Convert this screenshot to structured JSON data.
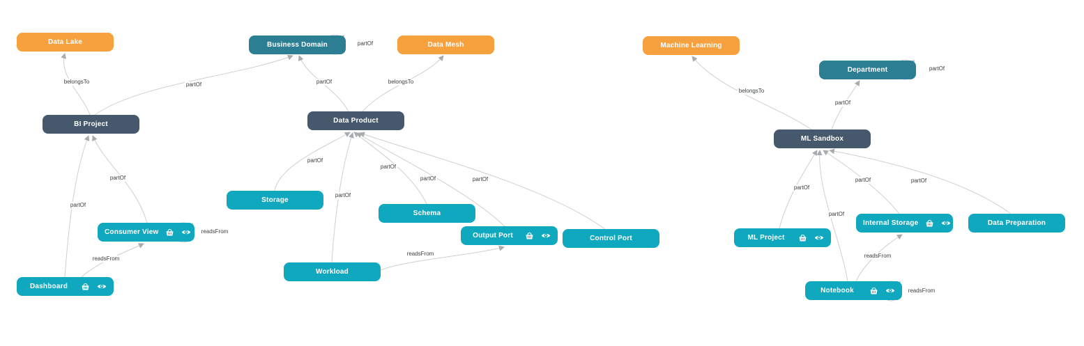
{
  "diagram": {
    "type": "entity-relationship-graph",
    "relation_labels": [
      "partOf",
      "belongsTo",
      "readsFrom"
    ]
  },
  "colors": {
    "orange": "#F7A13E",
    "teal": "#2C7F93",
    "slate": "#46586B",
    "cyan": "#10A8BE",
    "edge_line": "#CDD0CF",
    "edge_arrow": "#A8ACAE",
    "edge_label_text": "#3C4043",
    "node_text": "#FFFFFF"
  },
  "nodes": [
    {
      "id": "data-lake",
      "label": "Data Lake",
      "color": "orange",
      "icons": [],
      "self_loop": null
    },
    {
      "id": "business-domain",
      "label": "Business Domain",
      "color": "teal",
      "icons": [],
      "self_loop": "partOf"
    },
    {
      "id": "data-mesh",
      "label": "Data Mesh",
      "color": "orange",
      "icons": [],
      "self_loop": null
    },
    {
      "id": "bi-project",
      "label": "BI Project",
      "color": "slate",
      "icons": [],
      "self_loop": null
    },
    {
      "id": "data-product",
      "label": "Data Product",
      "color": "slate",
      "icons": [],
      "self_loop": null
    },
    {
      "id": "storage",
      "label": "Storage",
      "color": "cyan",
      "icons": [],
      "self_loop": null
    },
    {
      "id": "schema",
      "label": "Schema",
      "color": "cyan",
      "icons": [],
      "self_loop": null
    },
    {
      "id": "consumer-view",
      "label": "Consumer View",
      "color": "cyan",
      "icons": [
        "basket-icon",
        "eye-icon"
      ],
      "self_loop": "readsFrom"
    },
    {
      "id": "output-port",
      "label": "Output Port",
      "color": "cyan",
      "icons": [
        "basket-icon",
        "eye-icon"
      ],
      "self_loop": null
    },
    {
      "id": "control-port",
      "label": "Control Port",
      "color": "cyan",
      "icons": [],
      "self_loop": null
    },
    {
      "id": "workload",
      "label": "Workload",
      "color": "cyan",
      "icons": [],
      "self_loop": null
    },
    {
      "id": "dashboard",
      "label": "Dashboard",
      "color": "cyan",
      "icons": [
        "basket-icon",
        "eye-icon"
      ],
      "self_loop": null
    },
    {
      "id": "machine-learning",
      "label": "Machine Learning",
      "color": "orange",
      "icons": [],
      "self_loop": null
    },
    {
      "id": "department",
      "label": "Department",
      "color": "teal",
      "icons": [],
      "self_loop": "partOf"
    },
    {
      "id": "ml-sandbox",
      "label": "ML Sandbox",
      "color": "slate",
      "icons": [],
      "self_loop": null
    },
    {
      "id": "ml-project",
      "label": "ML Project",
      "color": "cyan",
      "icons": [
        "basket-icon",
        "eye-icon"
      ],
      "self_loop": null
    },
    {
      "id": "internal-storage",
      "label": "Internal Storage",
      "color": "cyan",
      "icons": [
        "basket-icon",
        "eye-icon"
      ],
      "self_loop": null
    },
    {
      "id": "data-preparation",
      "label": "Data Preparation",
      "color": "cyan",
      "icons": [],
      "self_loop": null
    },
    {
      "id": "notebook",
      "label": "Notebook",
      "color": "cyan",
      "icons": [
        "basket-icon",
        "eye-icon"
      ],
      "self_loop": "readsFrom"
    }
  ],
  "edges": [
    {
      "from": "bi-project",
      "to": "data-lake",
      "label": "belongsTo",
      "self": false
    },
    {
      "from": "bi-project",
      "to": "business-domain",
      "label": "partOf",
      "self": false
    },
    {
      "from": "data-product",
      "to": "business-domain",
      "label": "partOf",
      "self": false
    },
    {
      "from": "data-product",
      "to": "data-mesh",
      "label": "belongsTo",
      "self": false
    },
    {
      "from": "consumer-view",
      "to": "bi-project",
      "label": "partOf",
      "self": false
    },
    {
      "from": "dashboard",
      "to": "bi-project",
      "label": "partOf",
      "self": false
    },
    {
      "from": "dashboard",
      "to": "consumer-view",
      "label": "readsFrom",
      "self": false
    },
    {
      "from": "storage",
      "to": "data-product",
      "label": "partOf",
      "self": false
    },
    {
      "from": "schema",
      "to": "data-product",
      "label": "partOf",
      "self": false
    },
    {
      "from": "output-port",
      "to": "data-product",
      "label": "partOf",
      "self": false
    },
    {
      "from": "control-port",
      "to": "data-product",
      "label": "partOf",
      "self": false
    },
    {
      "from": "workload",
      "to": "data-product",
      "label": "partOf",
      "self": false
    },
    {
      "from": "workload",
      "to": "output-port",
      "label": "readsFrom",
      "self": false
    },
    {
      "from": "ml-sandbox",
      "to": "machine-learning",
      "label": "belongsTo",
      "self": false
    },
    {
      "from": "ml-sandbox",
      "to": "department",
      "label": "partOf",
      "self": false
    },
    {
      "from": "ml-project",
      "to": "ml-sandbox",
      "label": "partOf",
      "self": false
    },
    {
      "from": "internal-storage",
      "to": "ml-sandbox",
      "label": "partOf",
      "self": false
    },
    {
      "from": "data-preparation",
      "to": "ml-sandbox",
      "label": "partOf",
      "self": false
    },
    {
      "from": "notebook",
      "to": "ml-sandbox",
      "label": "partOf",
      "self": false
    },
    {
      "from": "notebook",
      "to": "internal-storage",
      "label": "readsFrom",
      "self": false
    },
    {
      "from": "business-domain",
      "to": "business-domain",
      "label": "partOf",
      "self": true
    },
    {
      "from": "consumer-view",
      "to": "consumer-view",
      "label": "readsFrom",
      "self": true
    },
    {
      "from": "department",
      "to": "department",
      "label": "partOf",
      "self": true
    },
    {
      "from": "notebook",
      "to": "notebook",
      "label": "readsFrom",
      "self": true
    }
  ]
}
